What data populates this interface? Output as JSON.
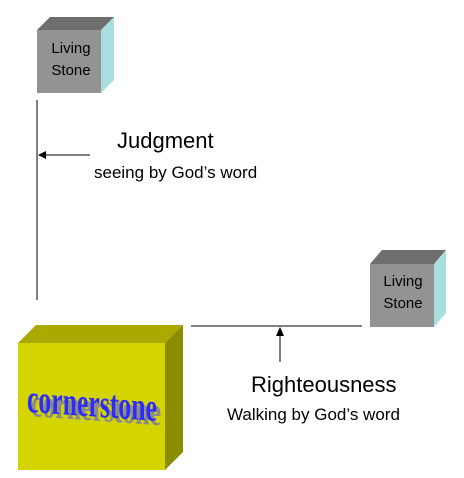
{
  "top_stone": {
    "line1": "Living",
    "line2": "Stone"
  },
  "right_stone": {
    "line1": "Living",
    "line2": "Stone"
  },
  "cornerstone": {
    "label": "cornerstone"
  },
  "judgment": {
    "title": "Judgment",
    "subtitle": "seeing by God’s word"
  },
  "righteousness": {
    "title": "Righteousness",
    "subtitle": "Walking by God’s word"
  },
  "colors": {
    "stone_front": "#939393",
    "stone_top": "#6e6e6e",
    "stone_side": "#a8dede",
    "cornerstone_front": "#d4d400",
    "cornerstone_top": "#a9a900",
    "cornerstone_side": "#8c8c00",
    "wordart_fill": "#2b2bff",
    "wordart_shadow": "#8a8a8a"
  }
}
